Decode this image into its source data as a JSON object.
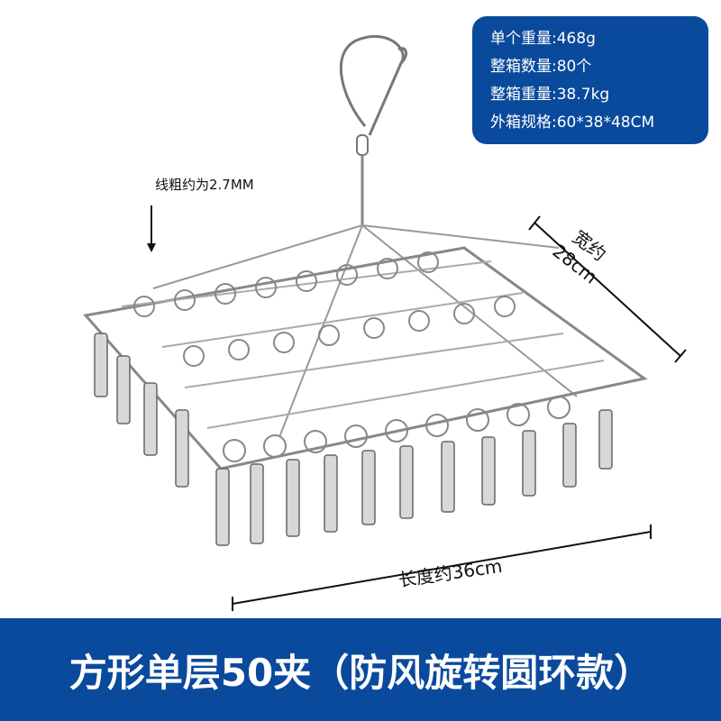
{
  "specs": {
    "lines": [
      "单个重量:468g",
      "整箱数量:80个",
      "整箱重量:38.7kg",
      "外箱规格:60*38*48CM"
    ],
    "background_color": "#0a4a9c"
  },
  "annotations": {
    "wire_thickness": "线粗约为2.7MM",
    "width_line1": "宽约",
    "width_line2": "28cm",
    "length": "长度约36cm"
  },
  "banner": {
    "title": "方形单层50夹（防风旋转圆环款）",
    "background_color": "#0a4a9c"
  },
  "product": {
    "image_icon": "clothes-peg-hanger-icon"
  }
}
